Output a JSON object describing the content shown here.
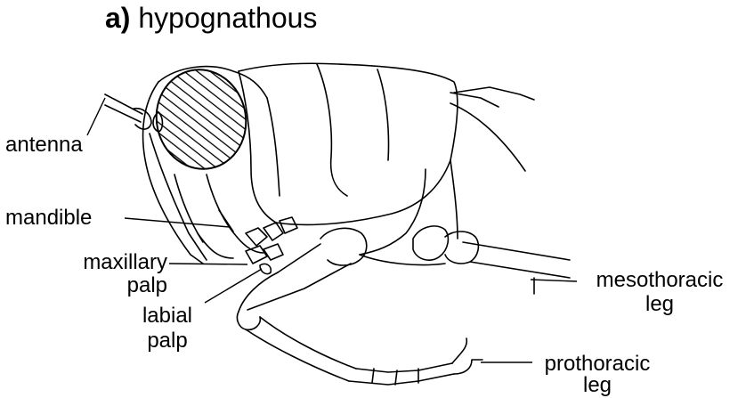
{
  "title": {
    "prefix": "a)",
    "text": "hypognathous"
  },
  "labels": {
    "antenna": "antenna",
    "mandible": "mandible",
    "maxillary_palp_1": "maxillary",
    "maxillary_palp_2": "palp",
    "labial_palp_1": "labial",
    "labial_palp_2": "palp",
    "mesothoracic_leg_1": "mesothoracic",
    "mesothoracic_leg_2": "leg",
    "prothoracic_leg_1": "prothoracic",
    "prothoracic_leg_2": "leg"
  }
}
